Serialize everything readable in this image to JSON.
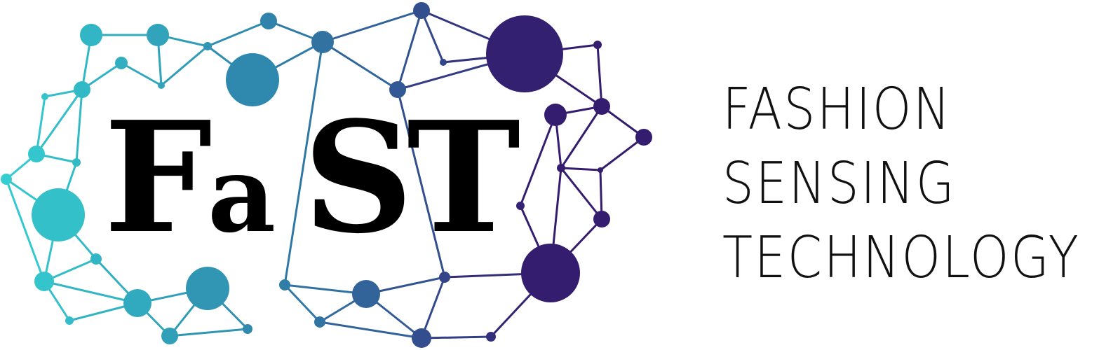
{
  "logo": {
    "monogram": [
      "F",
      "a",
      "S",
      "T"
    ],
    "tagline": [
      "FASHION",
      "SENSING",
      "TECHNOLOGY"
    ],
    "network_icon": "molecule-network-icon",
    "colors": {
      "teal": "#34d0d2",
      "mid_teal": "#2f8fb0",
      "blue": "#325b96",
      "purple": "#341c6e",
      "text": "#000000"
    }
  }
}
